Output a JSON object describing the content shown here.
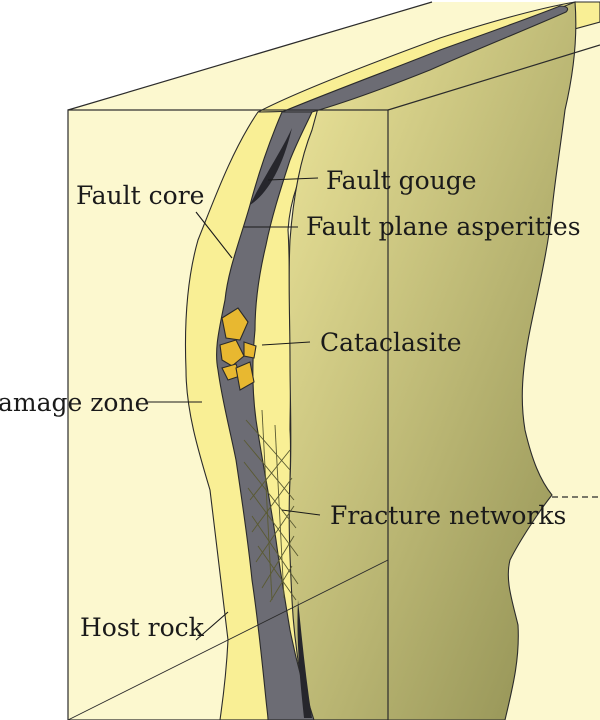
{
  "labels": {
    "fault_gouge": "Fault gouge",
    "fault_core": "Fault core",
    "fault_plane_asperities": "Fault plane asperities",
    "cataclasite": "Cataclasite",
    "damage_zone": "amage zone",
    "fracture_networks": "Fracture networks",
    "host_rock": "Host rock"
  },
  "colors": {
    "host_rock": "#fcf8cf",
    "damage_zone": "#f9ef95",
    "fault_core": "#6c6c74",
    "fault_gouge": "#26262c",
    "cataclasite": "#e8b830",
    "fault_plane_top": "#efe79c",
    "fault_plane_bottom": "#8f8e52"
  }
}
